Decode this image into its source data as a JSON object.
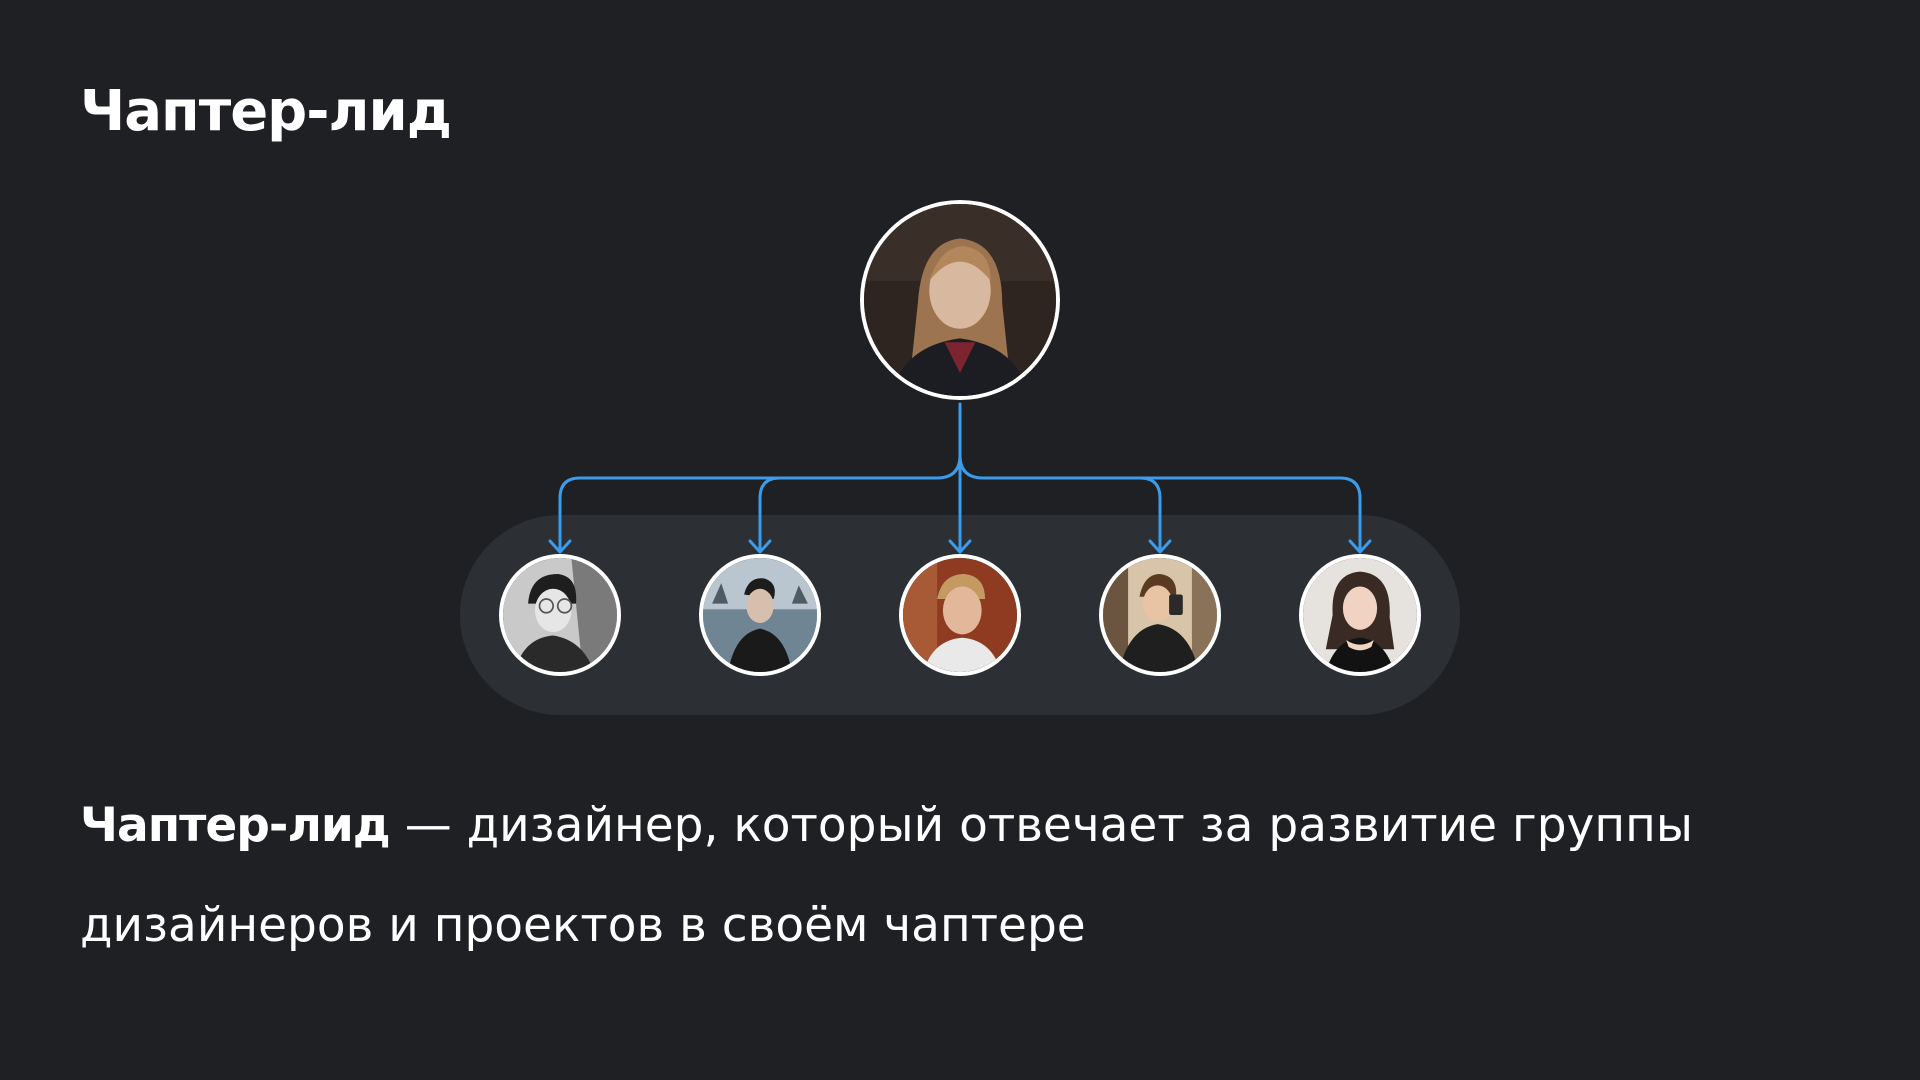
{
  "title": "Чаптер-лид",
  "description": {
    "term": "Чаптер-лид",
    "rest": " — дизайнер, который отвечает за развитие группы дизайнеров и проектов в своём чаптере"
  },
  "colors": {
    "background": "#1f2024",
    "panel": "#2c2f34",
    "connector": "#3d9be9",
    "avatar_border": "#ffffff"
  },
  "diagram": {
    "lead": {
      "icon": "lead-avatar-photo"
    },
    "members": [
      {
        "icon": "member-avatar-photo"
      },
      {
        "icon": "member-avatar-photo"
      },
      {
        "icon": "member-avatar-photo"
      },
      {
        "icon": "member-avatar-photo"
      },
      {
        "icon": "member-avatar-photo"
      }
    ]
  }
}
